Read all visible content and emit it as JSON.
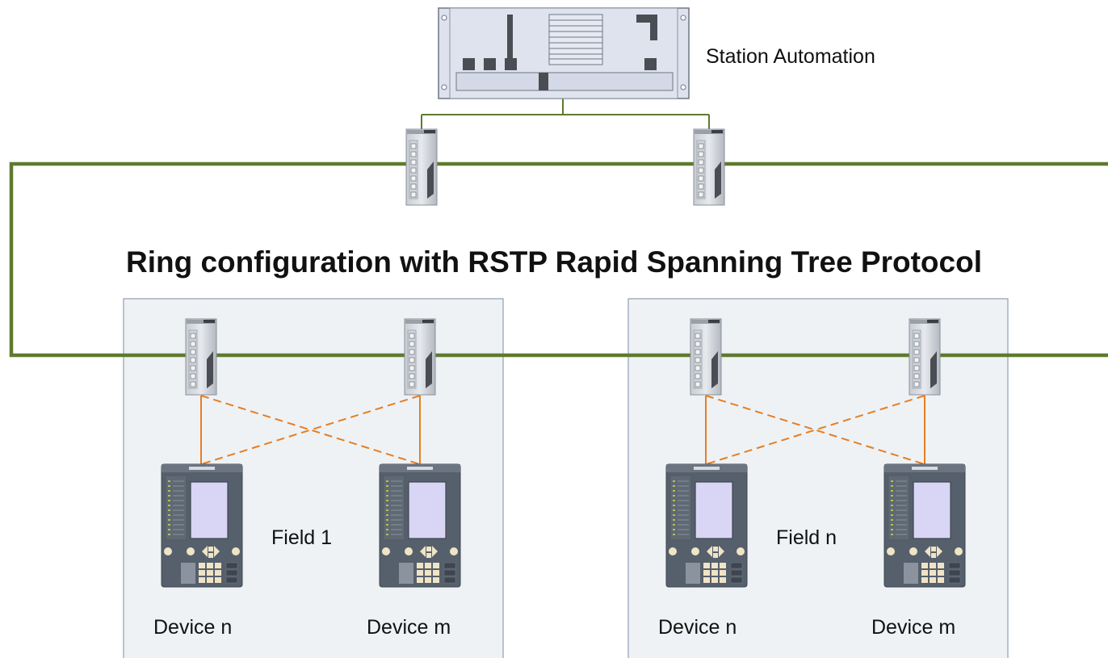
{
  "title": "Ring configuration with RSTP Rapid Spanning Tree Protocol",
  "station": {
    "label": "Station Automation"
  },
  "fields": [
    {
      "label": "Field 1",
      "devices": [
        "Device n",
        "Device m"
      ]
    },
    {
      "label": "Field n",
      "devices": [
        "Device n",
        "Device m"
      ]
    }
  ],
  "colors": {
    "ring": "#5f7a2e",
    "link": "#e67e22",
    "field_box": "#eef2f5",
    "field_border": "#8fa0b0",
    "device_body": "#56606c",
    "device_screen": "#d8d6f4",
    "rack_face": "#dde2ee"
  },
  "icons": [
    "station-rack-icon",
    "ethernet-switch-icon",
    "protection-relay-icon"
  ]
}
